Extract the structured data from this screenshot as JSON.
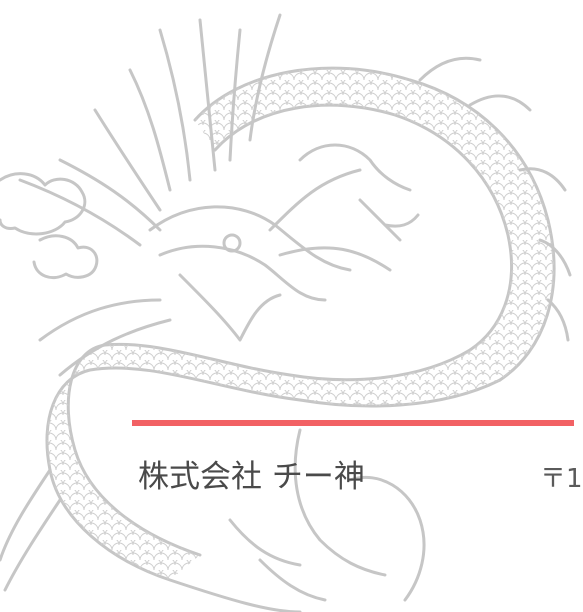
{
  "banner": {
    "company_name": "株式会社 チー神",
    "postal_mark": "〒1"
  },
  "colors": {
    "accent_rule": "#f26164",
    "dragon_line": "#c8c8c8",
    "text": "#4a4a4a"
  },
  "decoration": {
    "icon": "dragon-illustration"
  }
}
